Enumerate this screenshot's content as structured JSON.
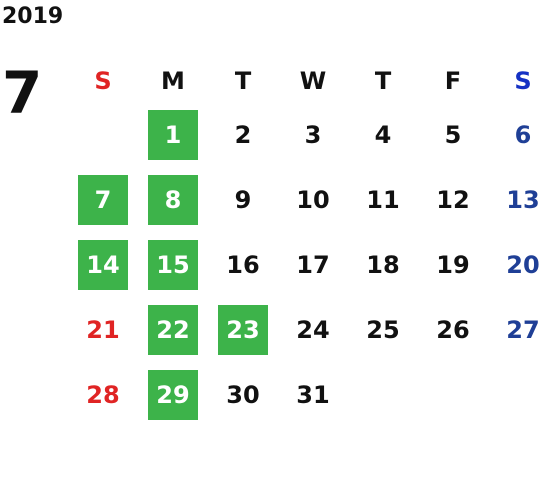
{
  "calendar": {
    "year": "2019",
    "month": "7",
    "colors": {
      "holiday_bg": "#3db34a",
      "sunday": "#e02424",
      "saturday": "#1f3f96",
      "saturday_header": "#1531c4"
    },
    "weekday_headers": [
      "S",
      "M",
      "T",
      "W",
      "T",
      "F",
      "S"
    ],
    "weeks": [
      [
        "",
        "1",
        "2",
        "3",
        "4",
        "5",
        "6"
      ],
      [
        "7",
        "8",
        "9",
        "10",
        "11",
        "12",
        "13"
      ],
      [
        "14",
        "15",
        "16",
        "17",
        "18",
        "19",
        "20"
      ],
      [
        "21",
        "22",
        "23",
        "24",
        "25",
        "26",
        "27"
      ],
      [
        "28",
        "29",
        "30",
        "31",
        "",
        "",
        ""
      ]
    ],
    "highlighted_days": [
      "1",
      "7",
      "8",
      "14",
      "15",
      "22",
      "23",
      "29"
    ]
  }
}
